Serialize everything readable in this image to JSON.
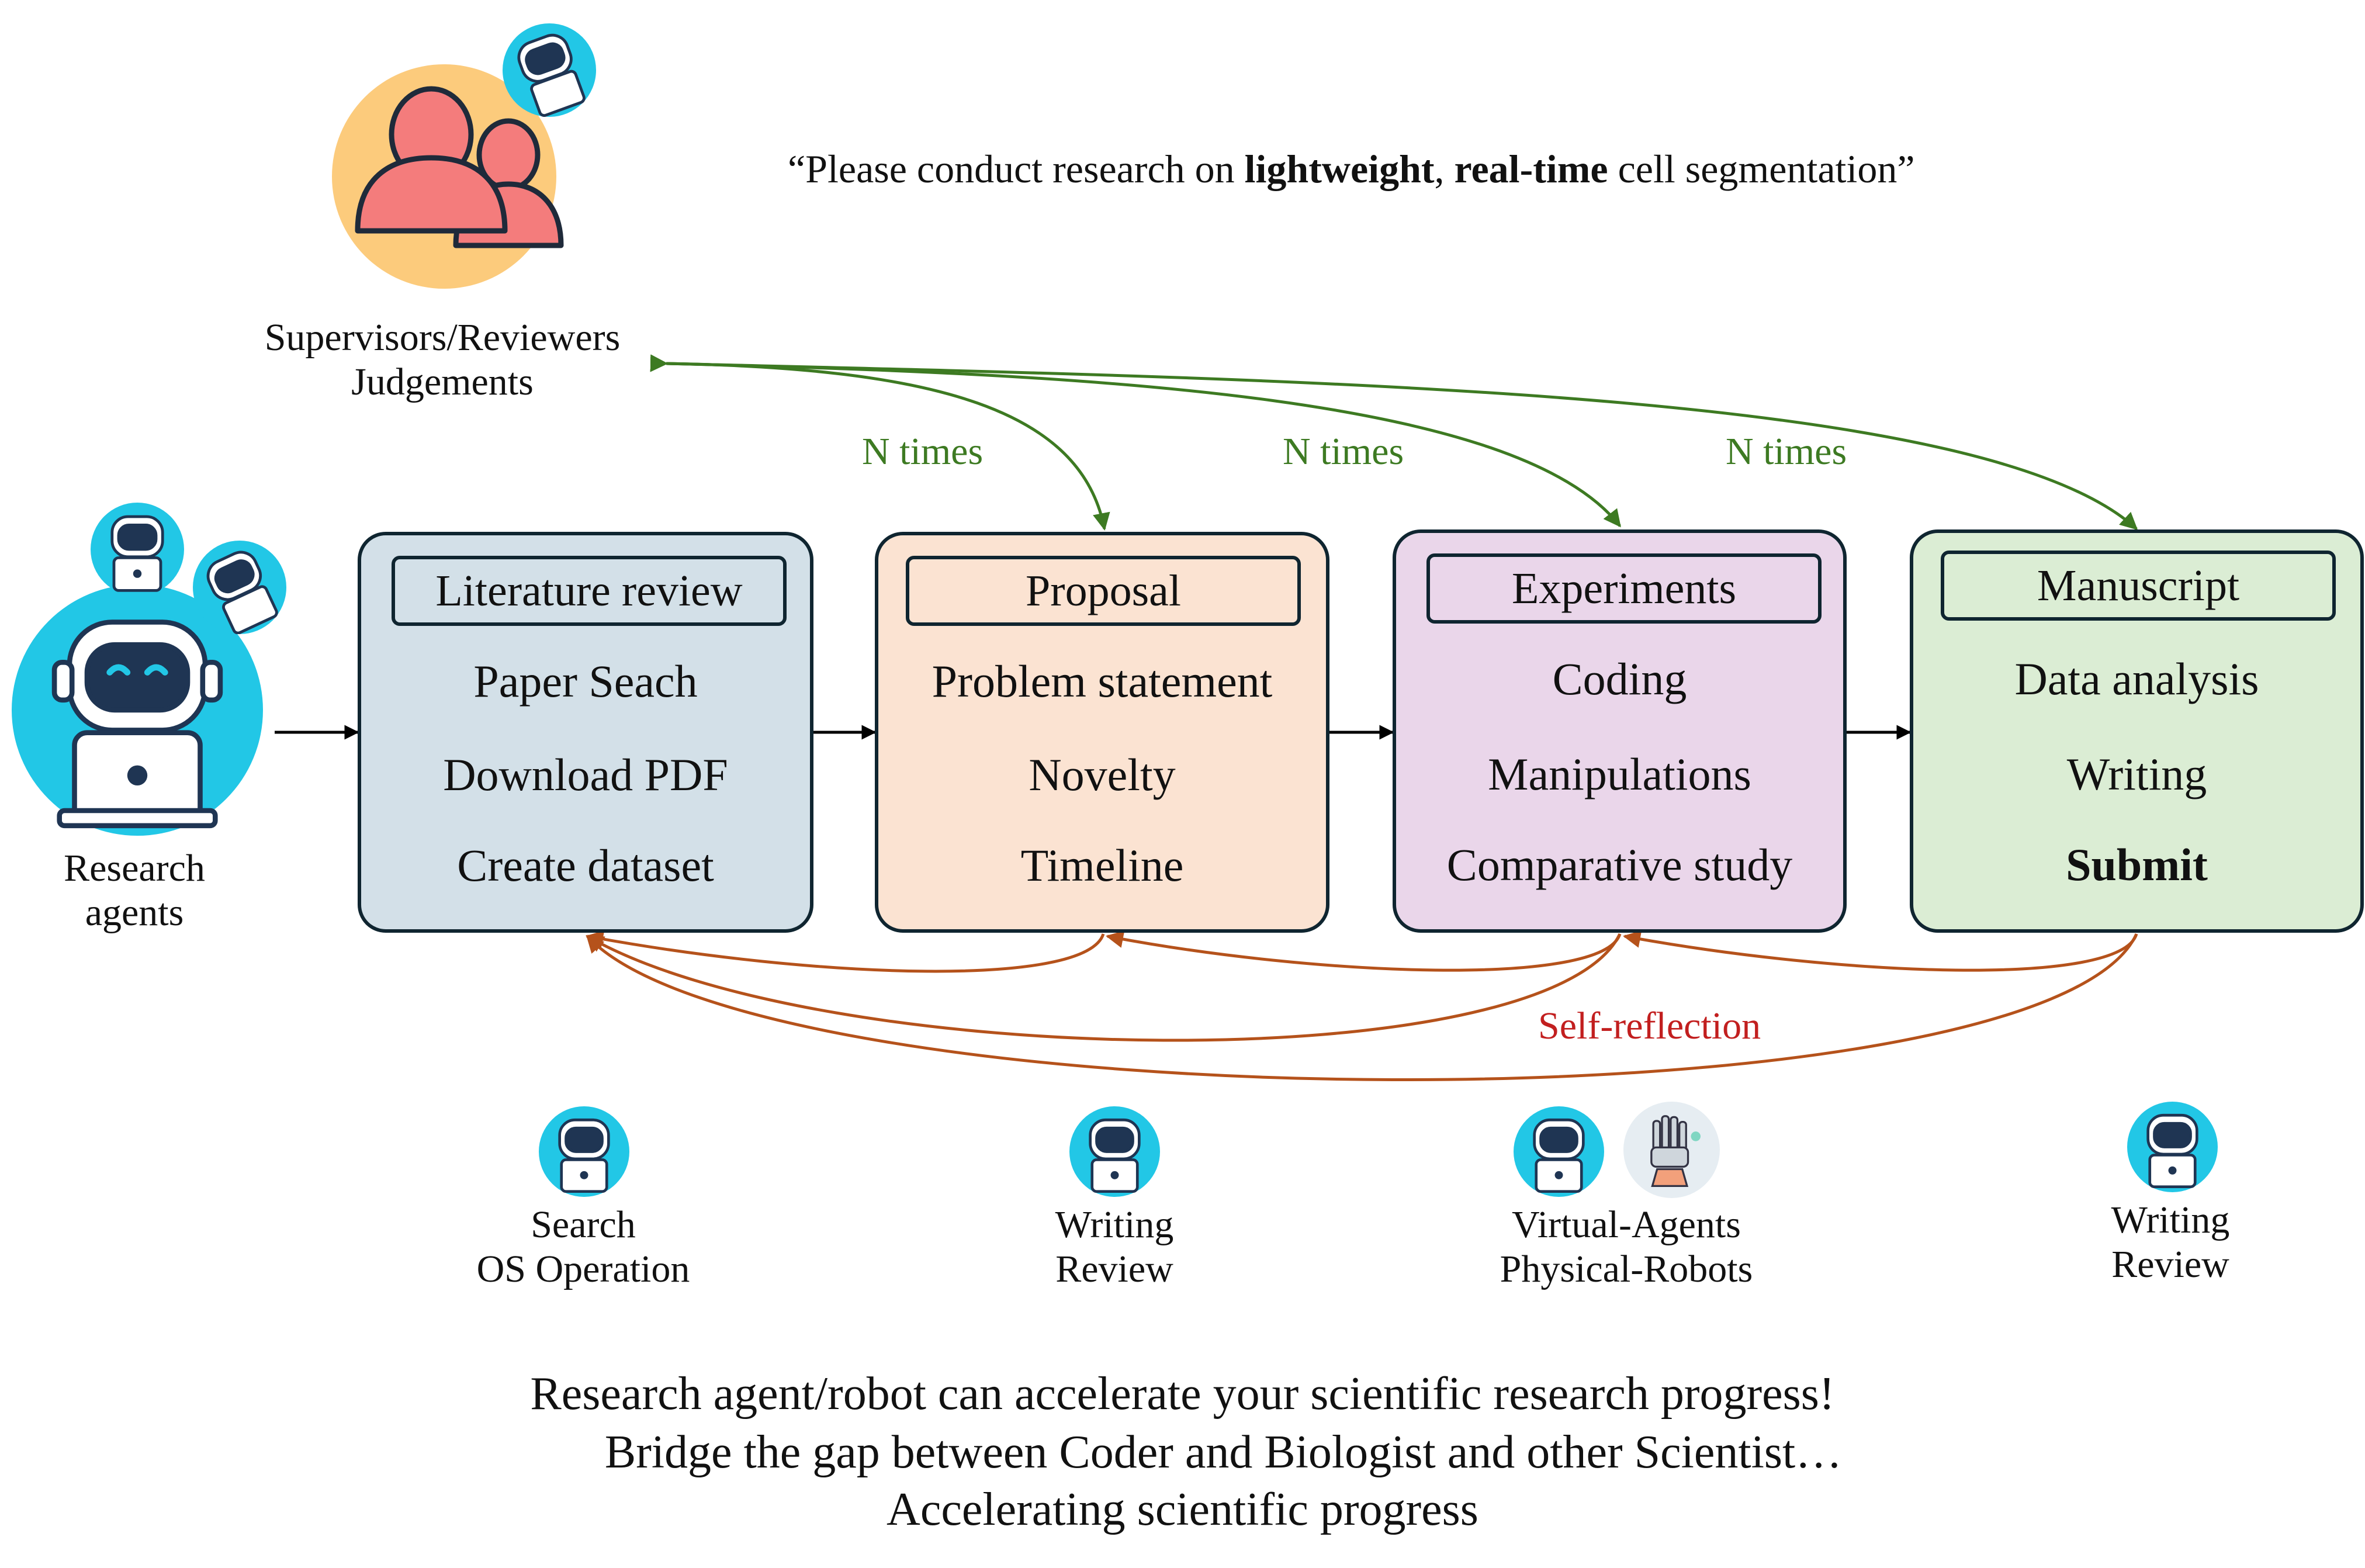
{
  "request": {
    "open_quote": "“Please conduct research on ",
    "bold1": "lightweight",
    "sep": ", ",
    "bold2": "real-time",
    "rest": " cell segmentation”"
  },
  "supervisor": {
    "line1": "Supervisors/Reviewers",
    "line2": "Judgements"
  },
  "research_agents": {
    "line1": "Research",
    "line2": "agents"
  },
  "loop_labels": [
    "N times",
    "N times",
    "N times"
  ],
  "self_reflection": "Self-reflection",
  "stages": [
    {
      "header": "Literature review",
      "items": [
        "Paper Seach",
        "Download PDF",
        "Create dataset"
      ],
      "fill": "#d3e0e8"
    },
    {
      "header": "Proposal",
      "items": [
        "Problem statement",
        "Novelty",
        "Timeline"
      ],
      "fill": "#fbe3d2"
    },
    {
      "header": "Experiments",
      "items": [
        "Coding",
        "Manipulations",
        "Comparative study"
      ],
      "fill": "#ead6ea"
    },
    {
      "header": "Manuscript",
      "items": [
        "Data analysis",
        "Writing",
        "Submit"
      ],
      "fill": "#dbedd4"
    }
  ],
  "tools": [
    {
      "line1": "Search",
      "line2": "OS Operation"
    },
    {
      "line1": "Writing",
      "line2": "Review"
    },
    {
      "line1": "Virtual-Agents",
      "line2": "Physical-Robots"
    },
    {
      "line1": "Writing",
      "line2": "Review"
    }
  ],
  "footer": {
    "line1": "Research agent/robot can accelerate your scientific research progress!",
    "line2": "Bridge the gap between Coder and Biologist and other Scientist…",
    "line3": "Accelerating scientific progress"
  },
  "colors": {
    "loop_green": "#3d7a22",
    "reflect_orange": "#b5521b",
    "reflect_text": "#c21f1f",
    "robot_cyan": "#22c7e6",
    "robot_navy": "#1f3553",
    "supervisor_circle": "#fccb7c",
    "person_fill": "#f47c7c"
  },
  "icons": [
    "supervisor-group-icon",
    "robot-icon",
    "robot-hand-icon"
  ]
}
